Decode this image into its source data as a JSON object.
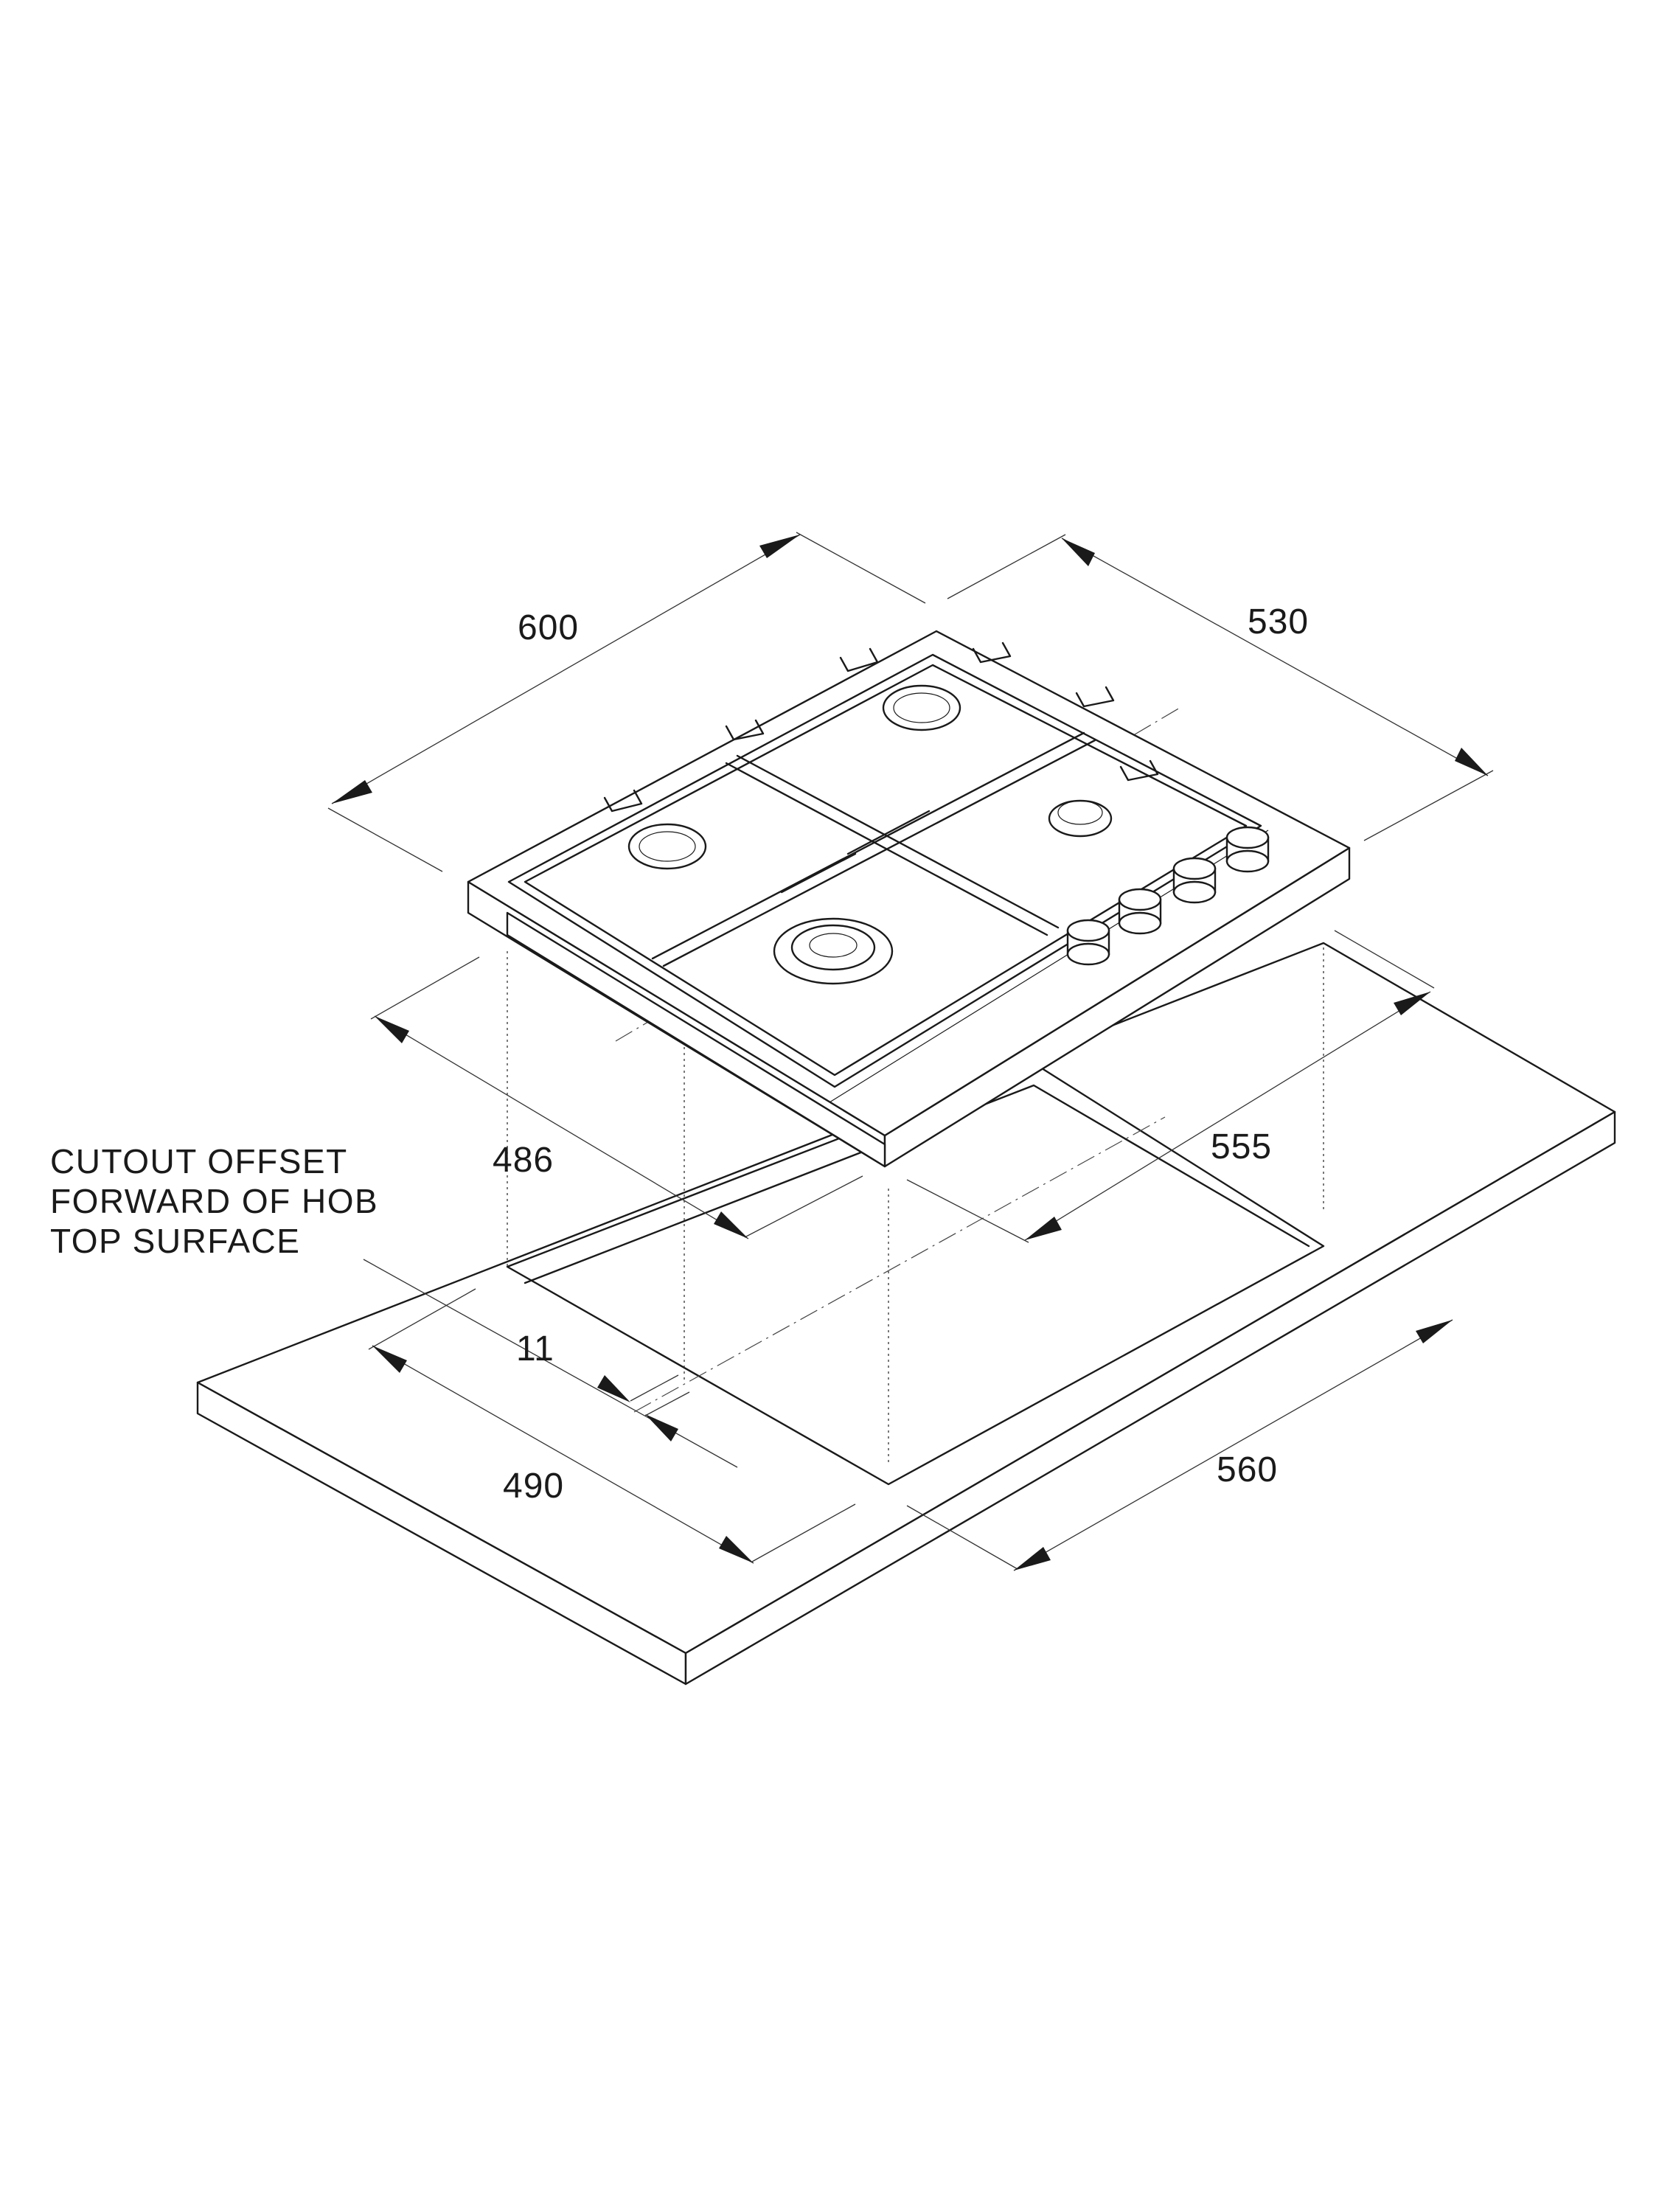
{
  "dimensions": {
    "hob_width": "600",
    "hob_depth": "530",
    "cutout_depth": "486",
    "cutout_width": "555",
    "cutout_offset": "11",
    "worktop_depth": "490",
    "worktop_width": "560"
  },
  "note": {
    "line1": "CUTOUT OFFSET",
    "line2": "FORWARD OF HOB",
    "line3": "TOP SURFACE"
  },
  "colors": {
    "line": "#1a1a1a",
    "background": "#ffffff"
  }
}
